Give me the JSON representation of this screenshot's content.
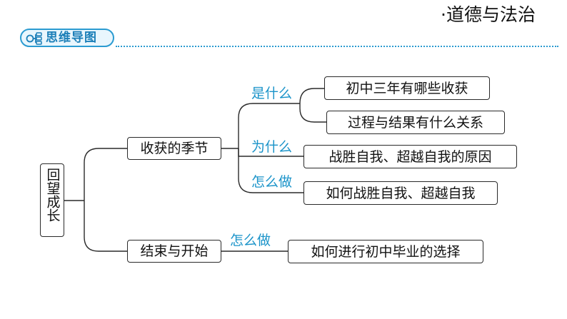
{
  "header": {
    "subject": "·道德与法治",
    "section_title": "思维导图"
  },
  "colors": {
    "accent": "#2b9bd1",
    "accent_text": "#1a93c9",
    "border": "#2a2a2a"
  },
  "mindmap": {
    "root": "回望成长",
    "branch1": {
      "title": "收获的季节",
      "what_label": "是什么",
      "what_items": [
        "初中三年有哪些收获",
        "过程与结果有什么关系"
      ],
      "why_label": "为什么",
      "why_item": "战胜自我、超越自我的原因",
      "how_label": "怎么做",
      "how_item": "如何战胜自我、超越自我"
    },
    "branch2": {
      "title": "结束与开始",
      "how_label": "怎么做",
      "how_item": "如何进行初中毕业的选择"
    }
  }
}
